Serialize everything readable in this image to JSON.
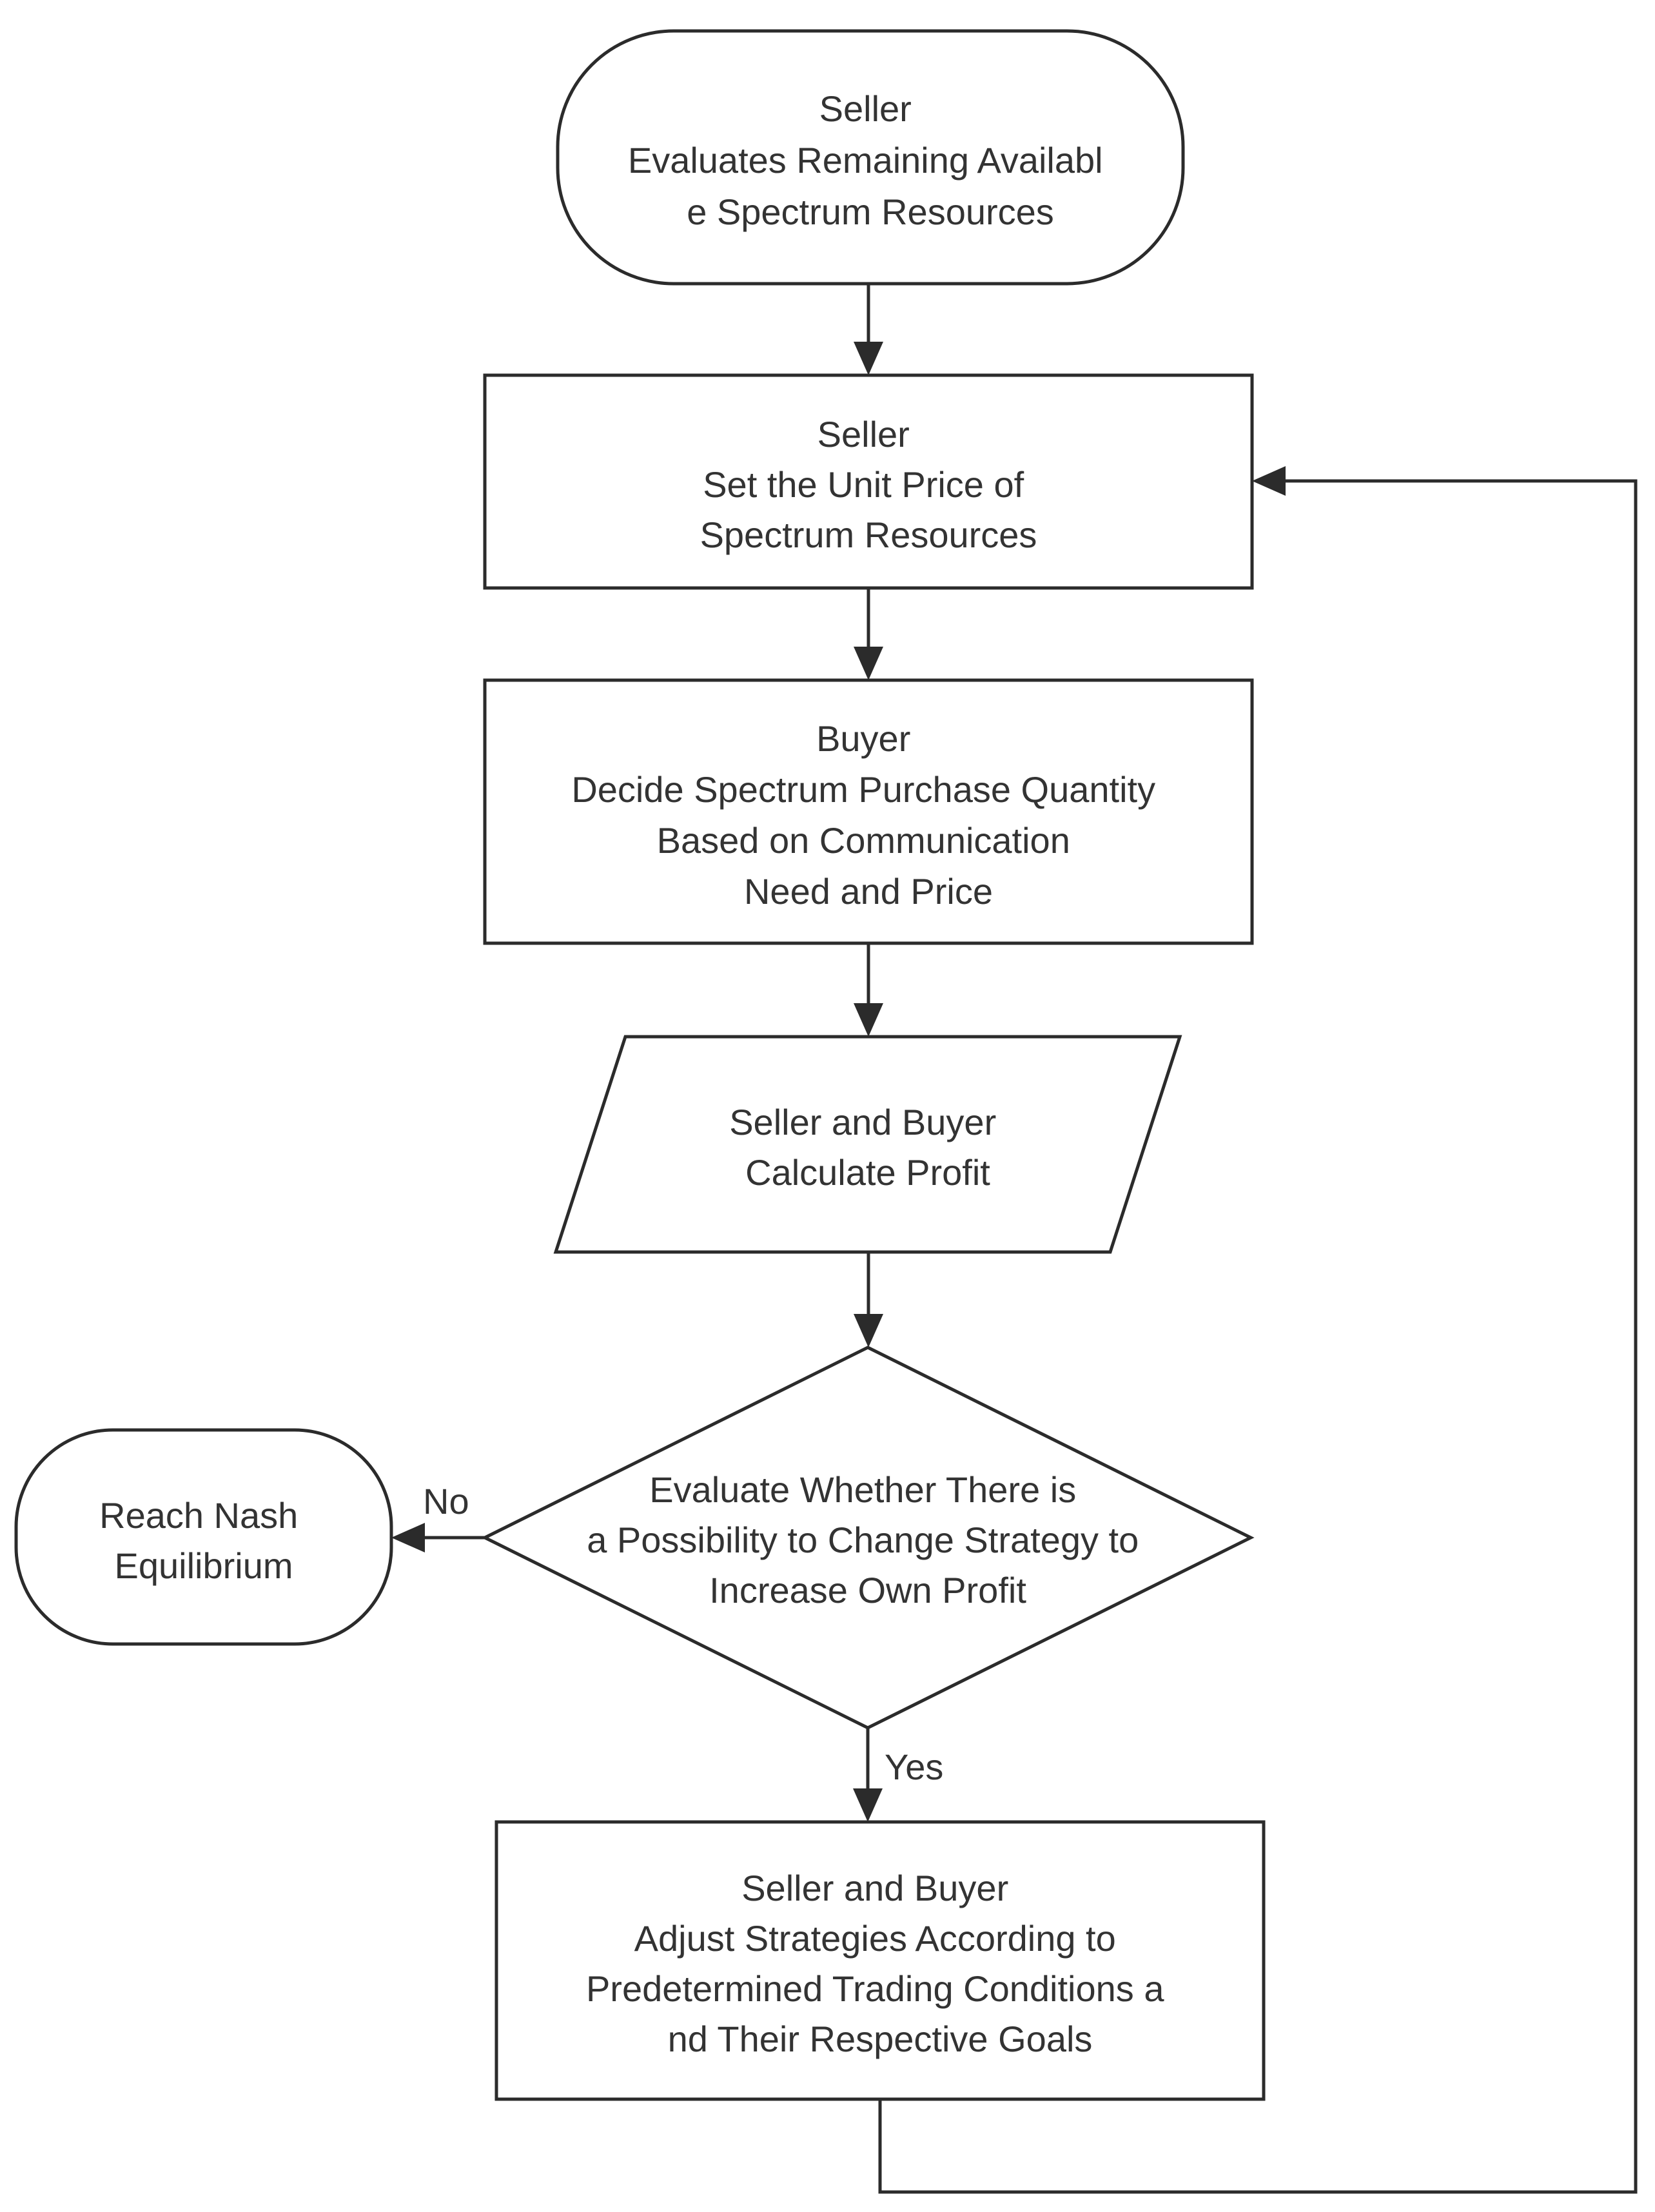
{
  "nodes": {
    "start": {
      "lines": [
        "Seller",
        "Evaluates Remaining Availabl",
        "e Spectrum Resources"
      ]
    },
    "set_price": {
      "lines": [
        "Seller",
        "Set the Unit Price of",
        "Spectrum Resources"
      ]
    },
    "buyer_decide": {
      "lines": [
        "Buyer",
        "Decide Spectrum Purchase Quantity",
        "Based on Communication",
        "Need and Price"
      ]
    },
    "calculate": {
      "lines": [
        "Seller and Buyer",
        "Calculate Profit"
      ]
    },
    "evaluate": {
      "lines": [
        "Evaluate Whether There is",
        "a Possibility to Change Strategy to",
        "Increase Own Profit"
      ]
    },
    "nash": {
      "lines": [
        "Reach Nash",
        "Equilibrium"
      ]
    },
    "adjust": {
      "lines": [
        "Seller and Buyer",
        "Adjust Strategies According to",
        "Predetermined Trading Conditions a",
        "nd Their Respective Goals"
      ]
    }
  },
  "edges": {
    "no_label": "No",
    "yes_label": "Yes"
  }
}
